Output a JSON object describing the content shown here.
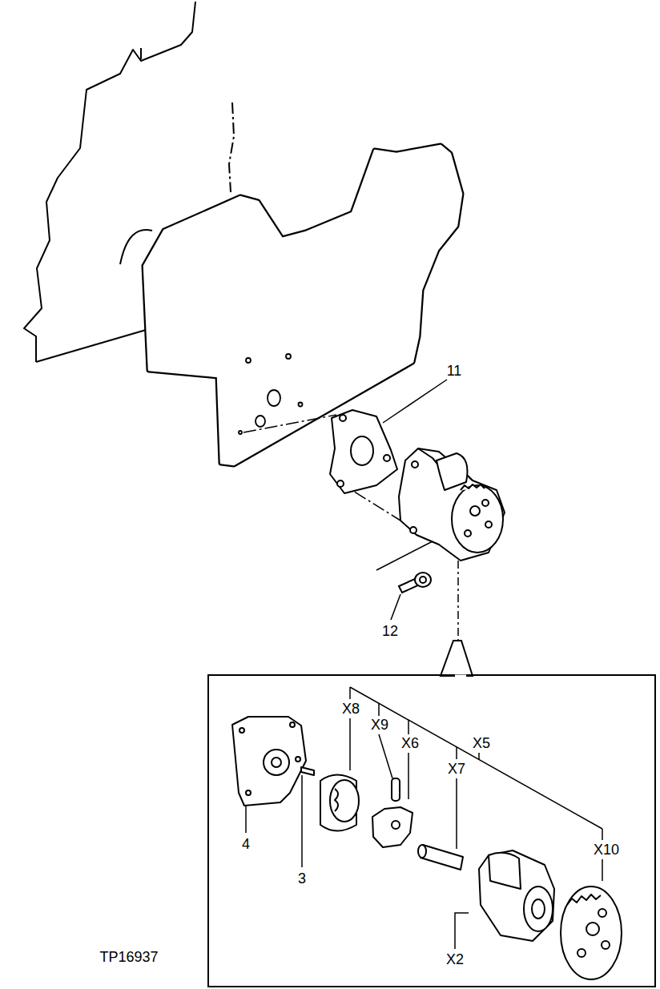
{
  "diagram": {
    "labels": [
      "11",
      "12",
      "X8",
      "X9",
      "X6",
      "X5",
      "X7",
      "4",
      "X10",
      "3",
      "X2",
      "TP16937"
    ]
  }
}
